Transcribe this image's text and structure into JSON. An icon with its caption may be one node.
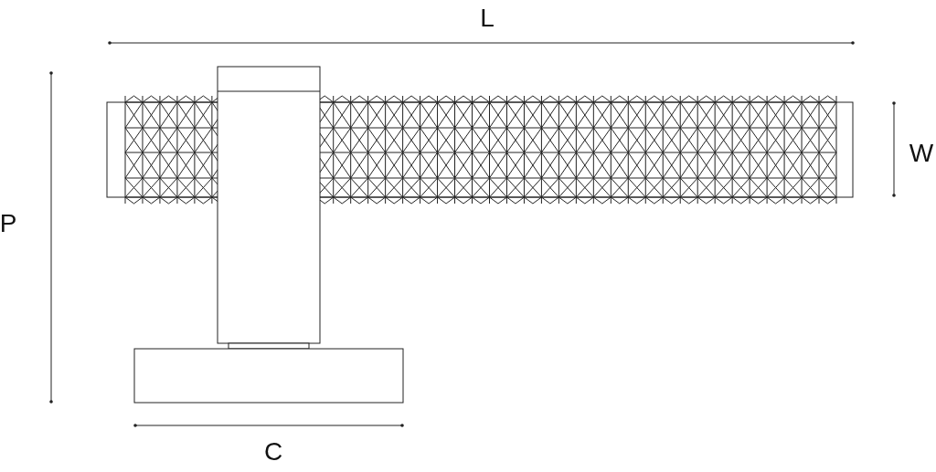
{
  "diagram": {
    "labels": [
      "L",
      "W",
      "P",
      "C"
    ]
  }
}
